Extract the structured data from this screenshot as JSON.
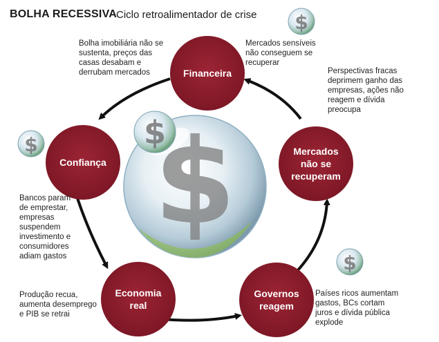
{
  "header": {
    "title": "BOLHA RECESSIVA",
    "subtitle": "Ciclo retroalimentador de crise"
  },
  "nodes": {
    "financeira": "Financeira",
    "confianca": "Confiança",
    "mercados": "Mercados não se recuperam",
    "economia": "Economia real",
    "governos": "Governos reagem"
  },
  "descriptions": {
    "bolha": "Bolha imobiliária não se sustenta, preços das casas desabam e derrubam mercados",
    "mercados_sensiveis": "Mercados sensíveis não conseguem se recuperar",
    "perspectivas": "Perspectivas fracas deprimem ganho das empresas, ações não reagem e dívida preocupa",
    "bancos": "Bancos param de emprestar, empresas suspendem investimento e consumidores adiam gastos",
    "producao": "Produção recua, aumenta desemprego e PIB se retrai",
    "paises": "Países ricos aumentam gastos, BCs cortam juros e dívida pública explode"
  },
  "icons": {
    "bubble": "dollar-bubble-icon",
    "arrow": "curved-arrow-icon"
  },
  "colors": {
    "node_fill": "#8a1c2b",
    "arrow": "#111111",
    "text": "#222222"
  }
}
